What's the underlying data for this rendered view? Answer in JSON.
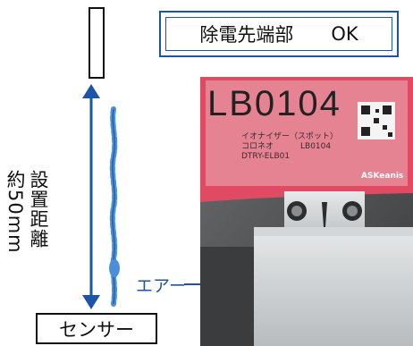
{
  "status": {
    "label": "除電先端部",
    "value": "OK"
  },
  "distance_label": {
    "line1": "設置距離",
    "line2": "約50mm"
  },
  "air_label": "エアー",
  "sensor_label": "センサー",
  "photo": {
    "tag_code": "LB0104",
    "tag_line1": "イオナイザー（スポット）",
    "tag_line2": "コロネオ",
    "tag_line3": "LB0104",
    "tag_line4": "DTRY-ELB01",
    "brand": "ASKeanis"
  },
  "colors": {
    "accent": "#1c55a6",
    "tag_red": "#d93a55",
    "air_blue": "#4a90d9"
  },
  "icons": {
    "emitter": "emitter-rectangle",
    "distance_arrow": "double-headed-arrow",
    "air_flow": "air-stream",
    "qr": "qr-code-icon"
  }
}
